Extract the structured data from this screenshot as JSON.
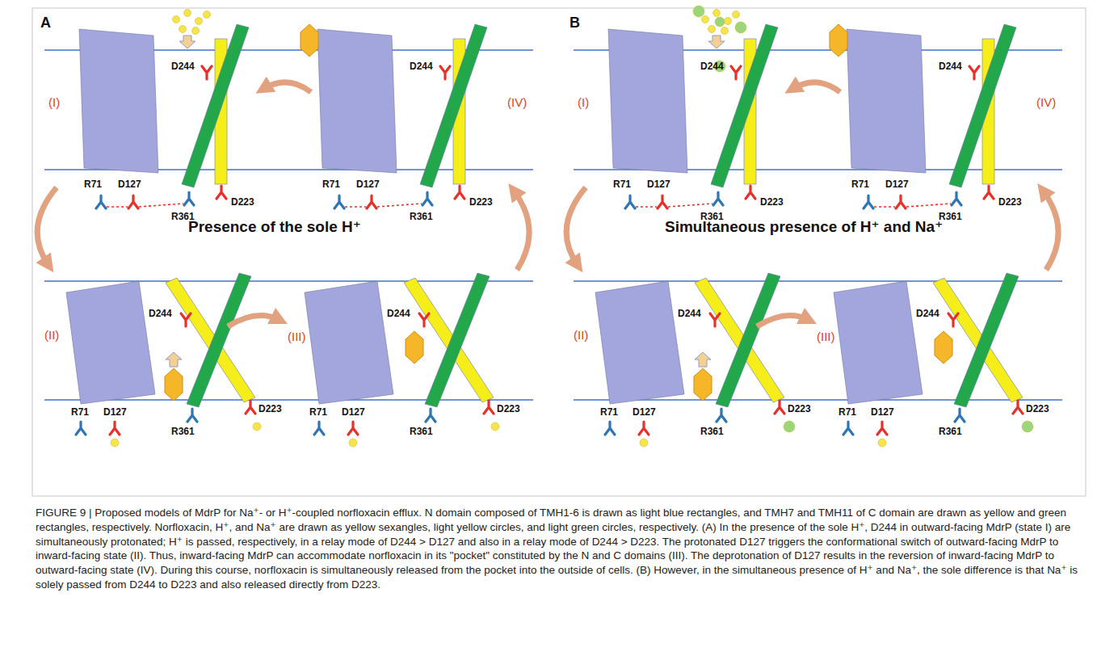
{
  "diagram": {
    "caption": "FIGURE 9 | Proposed models of MdrP for Na⁺- or H⁺-coupled norfloxacin efflux. N domain composed of TMH1-6 is drawn as light blue rectangles, and TMH7 and TMH11 of C domain are drawn as yellow and green rectangles, respectively. Norfloxacin, H⁺, and Na⁺ are drawn as yellow sexangles, light yellow circles, and light green circles, respectively. (A) In the presence of the sole H⁺, D244 in outward-facing MdrP (state I) are simultaneously protonated; H⁺ is passed, respectively, in a relay mode of D244 > D127 and also in a relay mode of D244 > D223. The protonated D127 triggers the conformational switch of outward-facing MdrP to inward-facing state (II). Thus, inward-facing MdrP can accommodate norfloxacin in its \"pocket\" constituted by the N and C domains (III). The deprotonation of D127 results in the reversion of inward-facing MdrP to outward-facing state (IV). During this course, norfloxacin is simultaneously released from the pocket into the outside of cells. (B) However, in the simultaneous presence of H⁺ and Na⁺, the sole difference is that Na⁺ is solely passed from D244 to D223 and also released directly from D223.",
    "labels": [
      "A",
      "(I)",
      "D244",
      "R71",
      "D127",
      "R361",
      "D223",
      "(IV)",
      "D244",
      "R71",
      "D127",
      "R361",
      "D223",
      "Presence of the sole H⁺",
      "(II)",
      "D244",
      "R71",
      "D127",
      "R361",
      "D223",
      "(III)",
      "D244",
      "R71",
      "D127",
      "R361",
      "D223",
      "B",
      "(I)",
      "D244",
      "R71",
      "D127",
      "R361",
      "D223",
      "(IV)",
      "D244",
      "R71",
      "D127",
      "R361",
      "D223",
      "Simultaneous presence of H⁺ and Na⁺",
      "(II)",
      "D244",
      "R71",
      "D127",
      "R361",
      "D223",
      "(III)",
      "D244",
      "R71",
      "D127",
      "R361",
      "D223"
    ]
  }
}
